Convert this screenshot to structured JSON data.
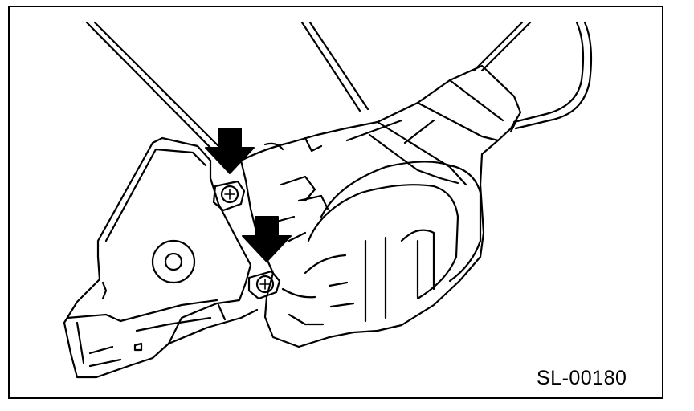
{
  "figure": {
    "reference_code": "SL-00180",
    "arrows": [
      {
        "name": "upper-arrow",
        "points_to": "upper-bolt"
      },
      {
        "name": "lower-arrow",
        "points_to": "lower-bolt"
      }
    ],
    "colors": {
      "line": "#000000",
      "background": "#ffffff"
    }
  }
}
